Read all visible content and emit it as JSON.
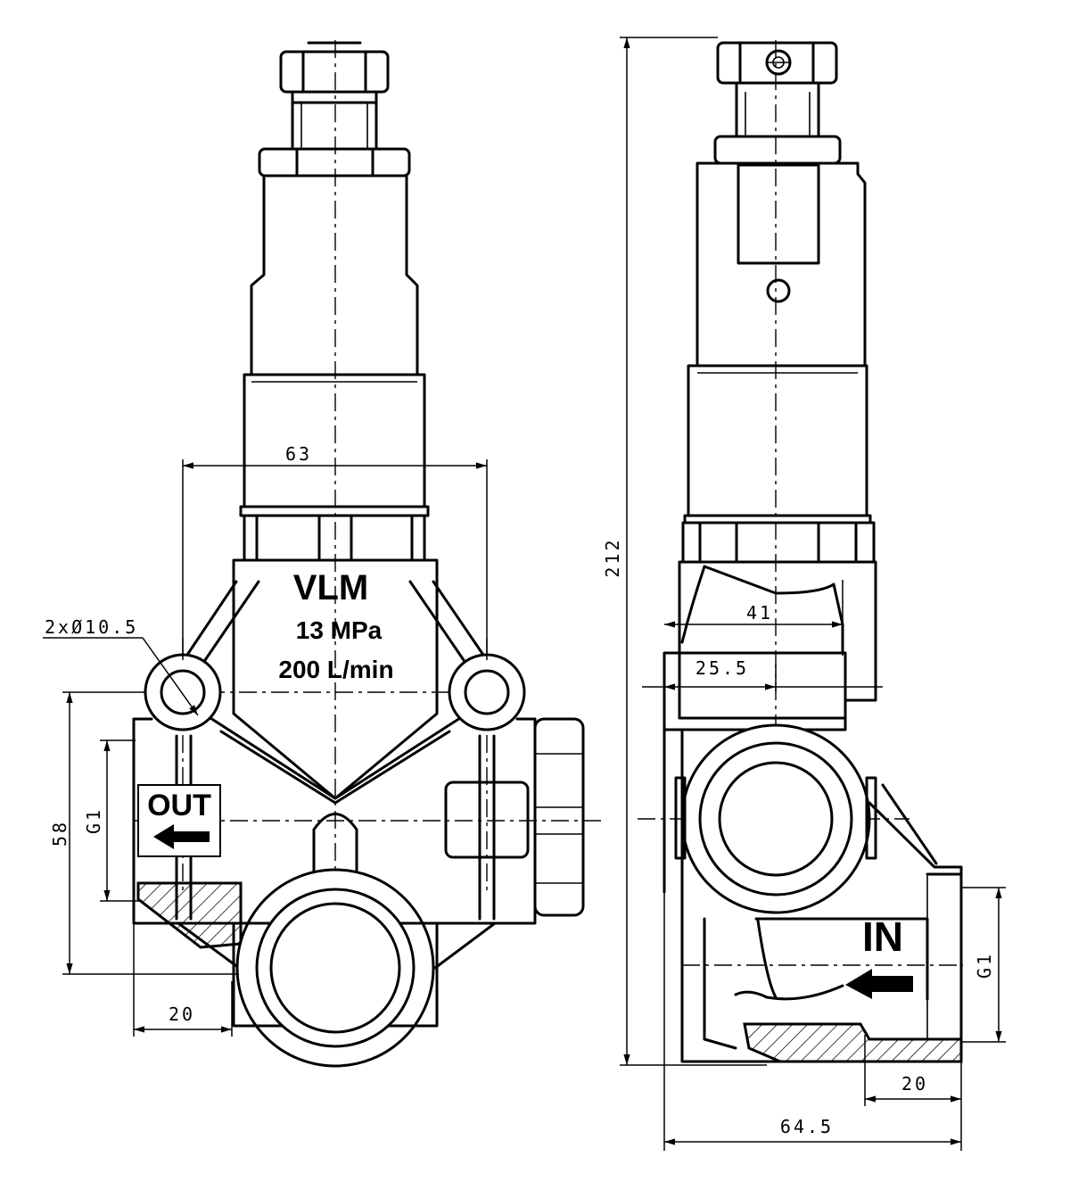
{
  "product": {
    "model": "VLM",
    "pressure": "13  MPa",
    "flow": "200 L/min"
  },
  "ports": {
    "out_label": "OUT",
    "in_label": "IN"
  },
  "dimensions": {
    "front_width": "63",
    "mount_holes": "2xØ10.5",
    "thread_front": "G1",
    "height_58": "58",
    "depth_20_front": "20",
    "overall_height": "212",
    "side_41": "41",
    "side_25_5": "25.5",
    "thread_side": "G1",
    "depth_20_side": "20",
    "overall_depth": "64.5"
  },
  "colors": {
    "line": "#000000",
    "background": "#ffffff"
  }
}
